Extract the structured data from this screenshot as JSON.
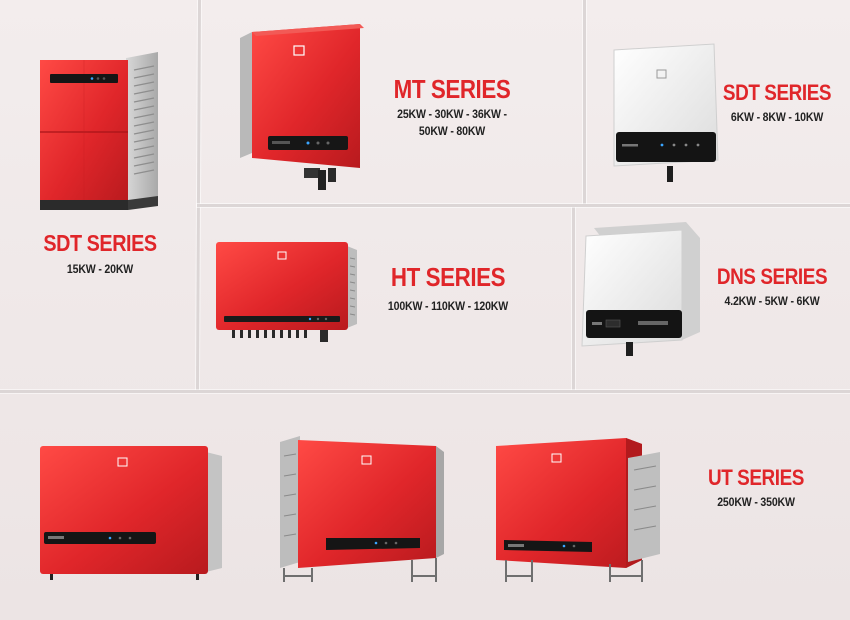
{
  "products": [
    {
      "id": "sdt-large",
      "title": "SDT SERIES",
      "power_lines": [
        "15KW - 20KW"
      ],
      "color": "red"
    },
    {
      "id": "mt",
      "title": "MT SERIES",
      "power_lines": [
        "25KW - 30KW - 36KW -",
        "50KW - 80KW"
      ],
      "color": "red"
    },
    {
      "id": "sdt-small",
      "title": "SDT SERIES",
      "power_lines": [
        "6KW - 8KW - 10KW"
      ],
      "color": "white"
    },
    {
      "id": "ht",
      "title": "HT SERIES",
      "power_lines": [
        "100KW - 110KW - 120KW"
      ],
      "color": "red"
    },
    {
      "id": "dns",
      "title": "DNS SERIES",
      "power_lines": [
        "4.2KW - 5KW - 6KW"
      ],
      "color": "white"
    },
    {
      "id": "ut",
      "title": "UT SERIES",
      "power_lines": [
        "250KW - 350KW"
      ],
      "color": "red"
    }
  ],
  "colors": {
    "accent_red": "#e0262a",
    "inverter_red": "#e02b2d",
    "inverter_white": "#f4f4f4",
    "background": "#f0eaea",
    "text_dark": "#222222"
  },
  "icons": [
    "brand-logo-icon",
    "display-panel-icon",
    "heatsink-icon"
  ]
}
